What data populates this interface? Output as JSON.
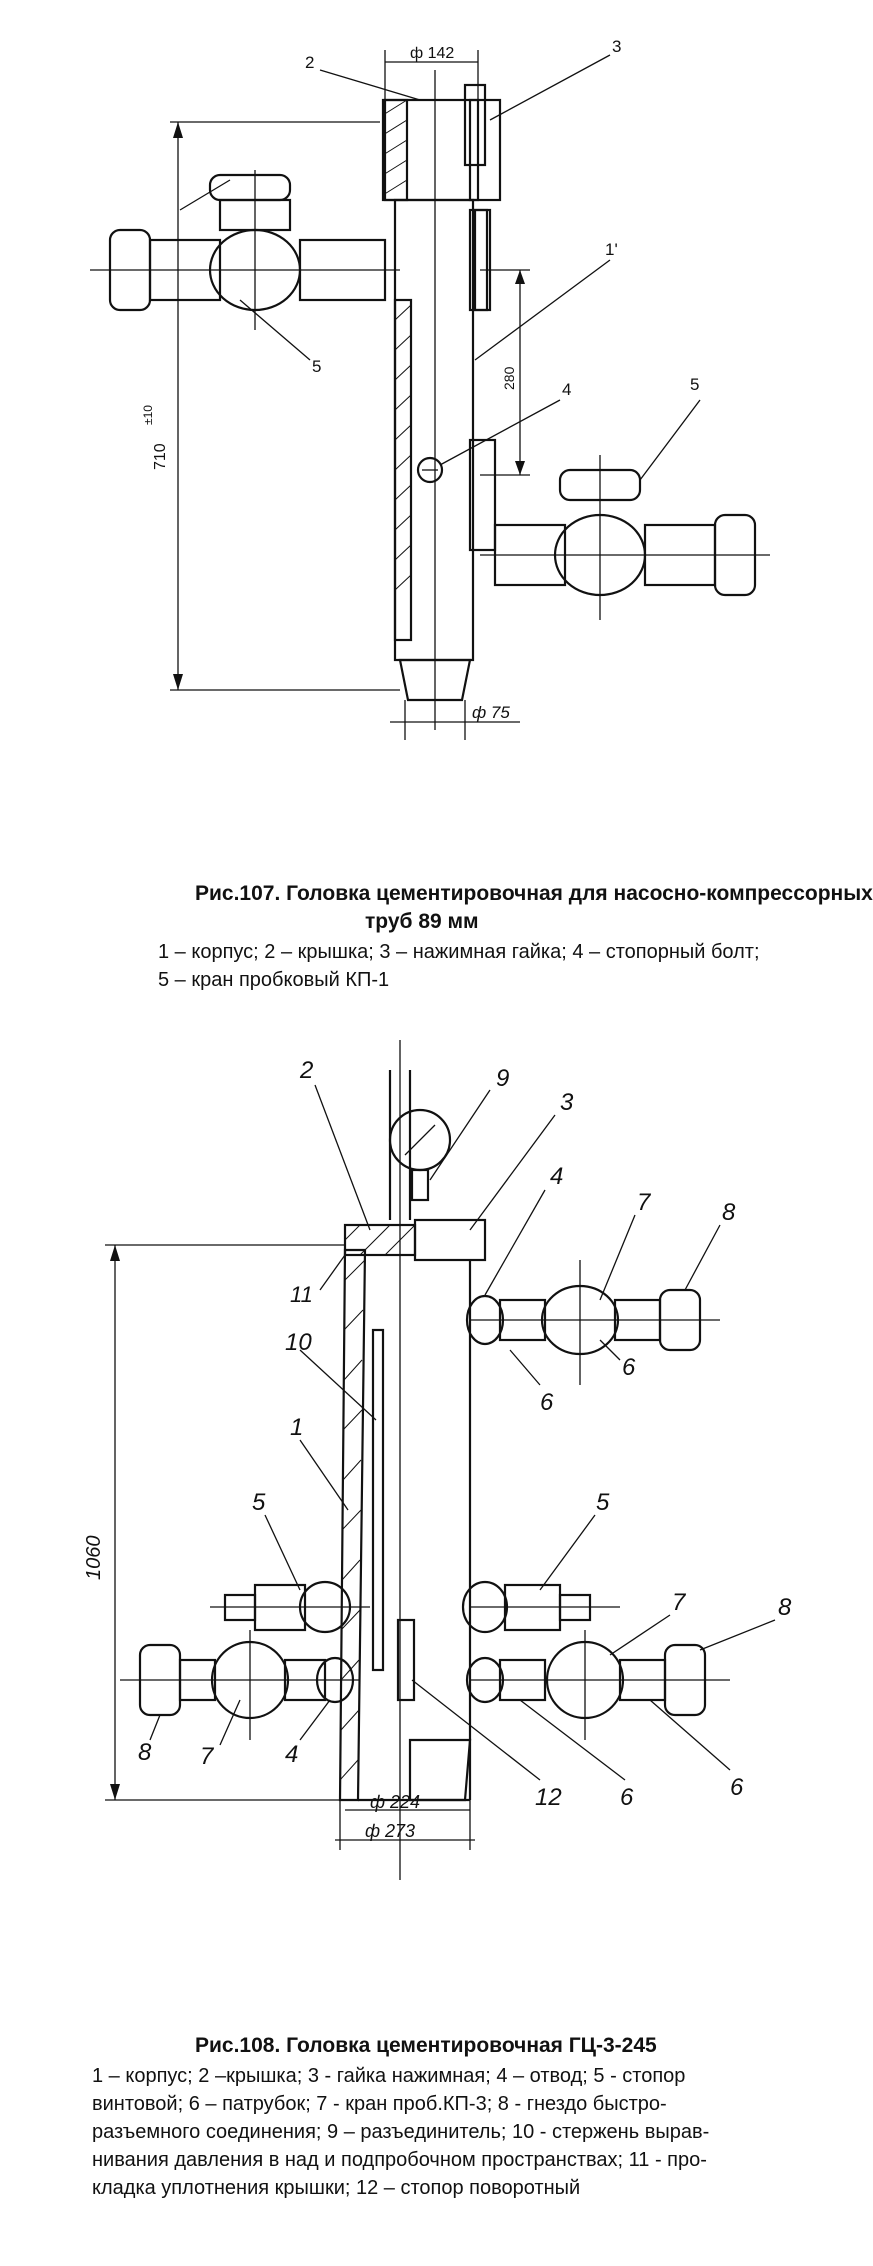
{
  "figure107": {
    "dims": {
      "d_top": "ф 142",
      "d_bottom": "ф 75",
      "height": "710",
      "height_tol": "±10",
      "spacing": "280"
    },
    "callouts": [
      "2",
      "3",
      "1'",
      "4",
      "5",
      "5"
    ],
    "caption": {
      "title_line1": "Рис.107. Головка цементировочная для насосно-компрессорных",
      "title_line2": "труб 89 мм",
      "legend_line1": "1 – корпус; 2 – крышка; 3 – нажимная гайка; 4 – стопорный болт;",
      "legend_line2": "5 – кран пробковый КП-1"
    }
  },
  "figure108": {
    "dims": {
      "height": "1060",
      "d_inner": "ф 224",
      "d_outer": "ф 273"
    },
    "callouts": [
      "2",
      "9",
      "3",
      "4",
      "7",
      "8",
      "11",
      "6",
      "6",
      "10",
      "1",
      "5",
      "5",
      "7",
      "8",
      "8",
      "7",
      "4",
      "12",
      "6",
      "6"
    ],
    "caption": {
      "title": "Рис.108.  Головка цементировочная ГЦ-3-245",
      "legend_line1": "1 – корпус; 2 –крышка; 3 - гайка нажимная; 4 – отвод; 5 - стопор",
      "legend_line2": "винтовой; 6 – патрубок; 7 - кран проб.КП-3; 8 - гнездо быстро-",
      "legend_line3": "разъемного соединения; 9 – разъединитель; 10 - стержень вырав-",
      "legend_line4": "нивания давления в над и подпробочном пространствах; 11 - про-",
      "legend_line5": "кладка уплотнения крышки; 12 – стопор поворотный"
    }
  }
}
